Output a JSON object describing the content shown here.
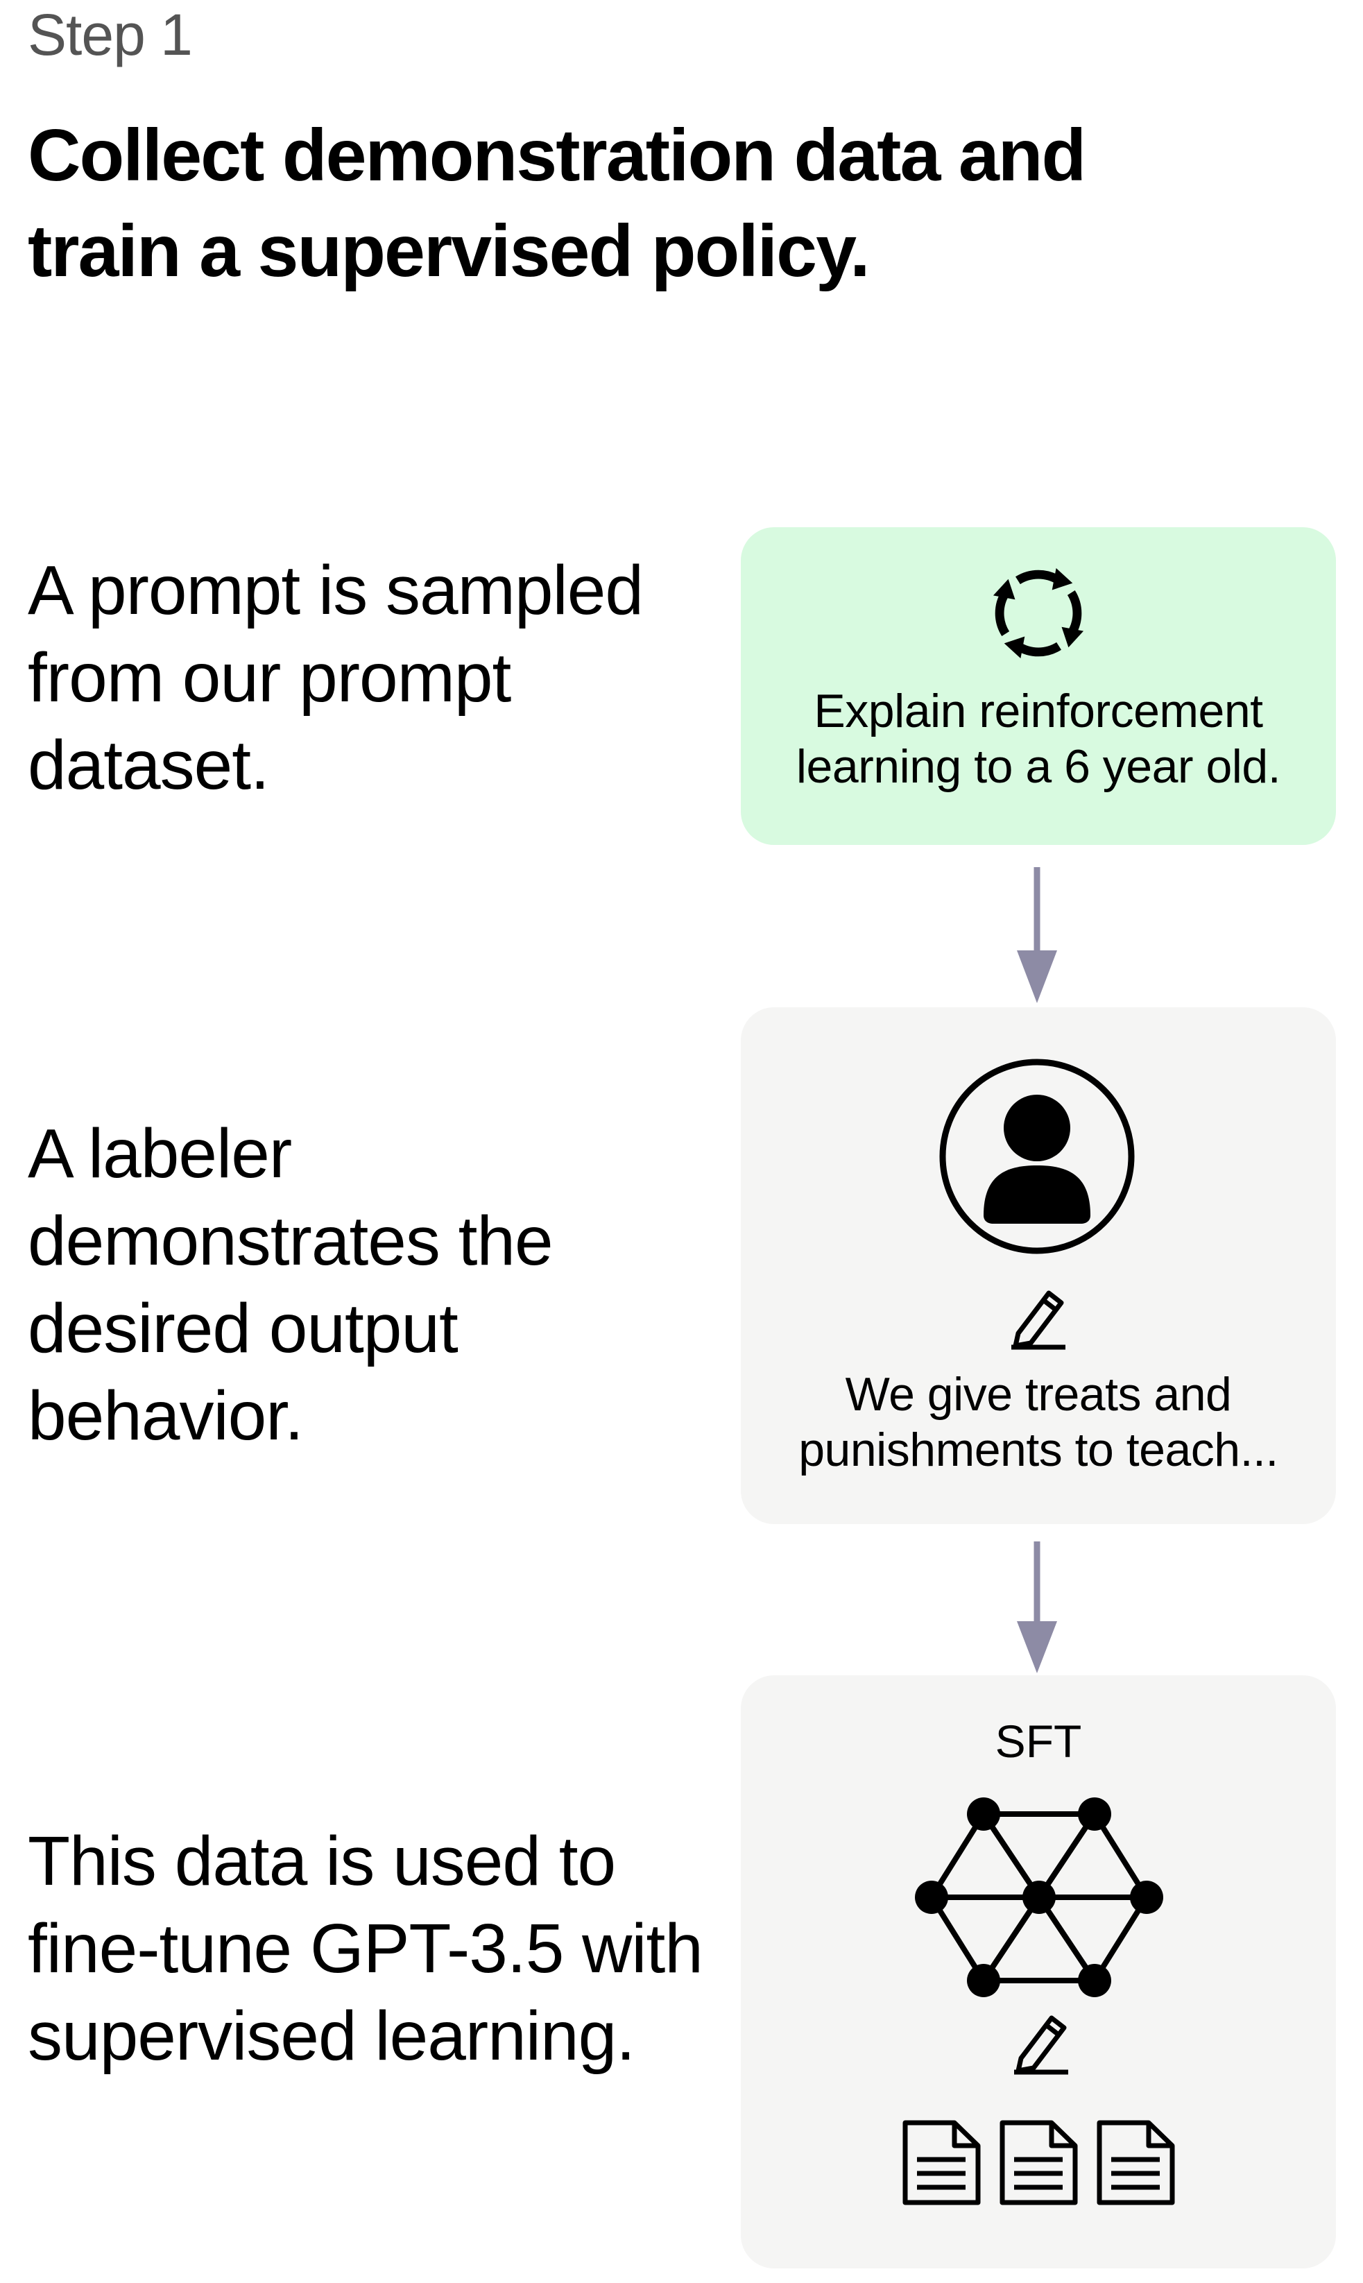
{
  "header": {
    "step": "Step 1",
    "headline": "Collect demonstration data and train a supervised policy."
  },
  "stages": [
    {
      "description": "A prompt is sampled from our prompt dataset.",
      "card_text": "Explain reinforcement learning to a 6 year old.",
      "icon": "refresh-cycle-icon"
    },
    {
      "description": "A labeler demonstrates the desired output behavior.",
      "card_text": "We give treats and punishments to teach...",
      "icons": [
        "labeler-avatar-icon",
        "pencil-icon"
      ]
    },
    {
      "description": "This data is used to fine-tune GPT-3.5 with supervised learning.",
      "model_label": "SFT",
      "icons": [
        "neural-network-icon",
        "pencil-icon",
        "document-icon"
      ]
    }
  ],
  "colors": {
    "prompt_card_bg": "#d8fae0",
    "card_bg": "#f5f5f4",
    "arrow": "#8d8ba5",
    "step_text": "#545454"
  }
}
